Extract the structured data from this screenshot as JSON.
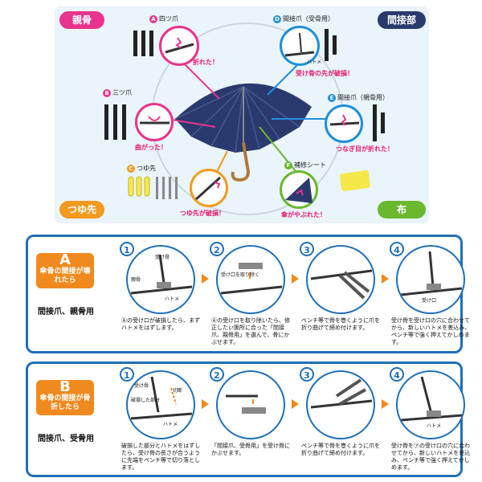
{
  "top": {
    "corners": {
      "oyabone": "親骨",
      "kansetsu": "間接部",
      "tsuyusaki": "つゆ先",
      "nuno": "布"
    },
    "parts": {
      "a": {
        "badge": "A",
        "label": "四ツ爪",
        "note": "折れた！"
      },
      "b": {
        "badge": "B",
        "label": "三ツ爪",
        "note": "曲がった！"
      },
      "c": {
        "badge": "C",
        "label": "つゆ先",
        "note": "つゆ先が破損！"
      },
      "d": {
        "badge": "D",
        "label": "間接爪（受骨用）",
        "note": "受け骨の先が破損！",
        "tag": "ハトメ"
      },
      "e": {
        "badge": "E",
        "label": "間接爪（親骨用）",
        "note": "つなぎ目が折れた！"
      },
      "f": {
        "badge": "F",
        "label": "補修シート",
        "note": "傘がやぶれた！"
      }
    },
    "colors": {
      "pink": "#e8348c",
      "blue": "#1f8fd8",
      "orange": "#f39a1e",
      "green": "#6ab82e",
      "navy": "#2b3a6e",
      "yellow": "#f5e84a"
    }
  },
  "panelA": {
    "letter": "A",
    "title": "傘骨の間接が壊れたら",
    "subtitle": "間接爪、親骨用",
    "steps": [
      {
        "num": "1",
        "desc": "Ⓐの受け口が破損したら、まずハトメをはずします。",
        "labels": [
          "受け骨",
          "親骨",
          "ハトメ"
        ]
      },
      {
        "num": "2",
        "desc": "Ⓐの受け口を取り除いたら、修正したい箇所に合った「間接爪、親骨用」を選んで、骨にかぶせます。",
        "labels": [
          "受け口を取り除く"
        ]
      },
      {
        "num": "3",
        "desc": "ペンチ等で骨を巻くように爪を折り曲げて締め付けます。",
        "labels": []
      },
      {
        "num": "4",
        "desc": "受け骨を受け口の穴に合わせてから、新しいハトメを差込み、ペンチ等で強く押えてかしめます。",
        "labels": [
          "受け口"
        ]
      }
    ]
  },
  "panelB": {
    "letter": "B",
    "title": "傘骨の間接が骨折したら",
    "subtitle": "間接爪、受骨用",
    "steps": [
      {
        "num": "1",
        "desc": "破損した部分とハトメをはずしたら、受け骨の長さが合うように先端をペンチ等で切り落とします。",
        "labels": [
          "受け骨",
          "破損した部分",
          "切断",
          "ハトメ"
        ]
      },
      {
        "num": "2",
        "desc": "「間接爪、受骨用」を受け骨にかぶせます。",
        "labels": []
      },
      {
        "num": "3",
        "desc": "ペンチ等で骨を巻くように爪を折り曲げて締め付けます。",
        "labels": []
      },
      {
        "num": "4",
        "desc": "受け骨を㋐の受け口の穴に合わせてから、新しいハトメを差込み、ペンチ等で強く押えてかしめます。",
        "labels": [
          "ハトメ"
        ]
      }
    ]
  }
}
